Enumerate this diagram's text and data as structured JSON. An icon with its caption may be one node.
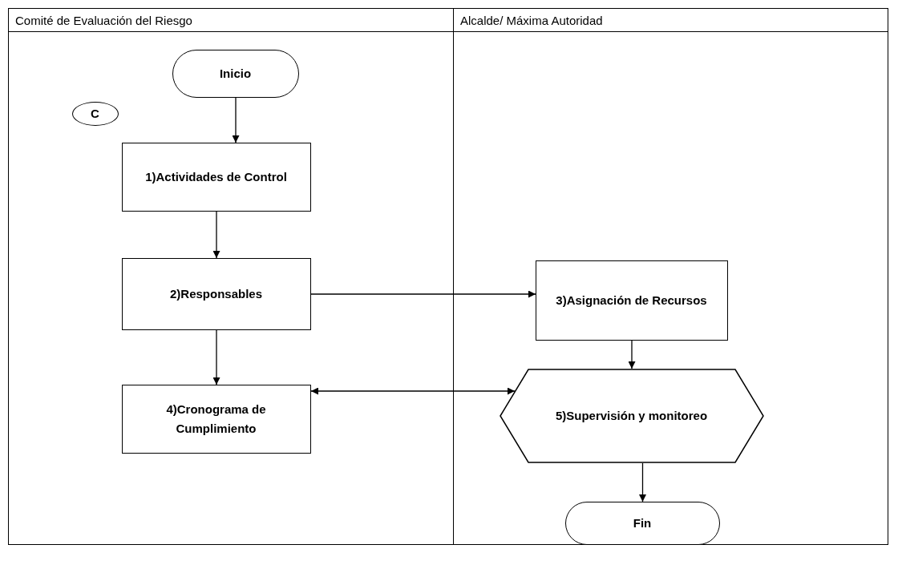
{
  "diagram": {
    "nodes": [
      {
        "text": [
          "Comité de Evaluación del Riesgo"
        ]
      },
      {
        "text": [
          "Alcalde/ Máxima Autoridad"
        ]
      },
      {
        "text": [
          "Inicio"
        ],
        "in": 0
      },
      {
        "text": [
          "C"
        ],
        "in": 0
      },
      {
        "text": [
          "1)Actividades de Control"
        ],
        "in": 0
      },
      {
        "text": [
          "2)Responsables"
        ],
        "in": 0
      },
      {
        "text": [
          "4)Cronograma de Cumplimiento"
        ],
        "in": 0
      },
      {
        "text": [
          "3)Asignación de Recursos"
        ],
        "in": 1
      },
      {
        "text": [
          "5)Supervisión y monitoreo"
        ],
        "in": 1
      },
      {
        "text": [
          "Fin"
        ],
        "in": 1
      }
    ],
    "edges": [
      {
        "from": 2,
        "to": 4,
        "arrow": "to"
      },
      {
        "from": 4,
        "to": 5,
        "arrow": "to"
      },
      {
        "from": 5,
        "to": 7,
        "arrow": "to"
      },
      {
        "from": 5,
        "to": 6,
        "arrow": "to"
      },
      {
        "from": 7,
        "to": 8,
        "arrow": "to"
      },
      {
        "from": 6,
        "to": 8,
        "arrow": "both"
      },
      {
        "from": 8,
        "to": 9,
        "arrow": "to"
      }
    ]
  }
}
